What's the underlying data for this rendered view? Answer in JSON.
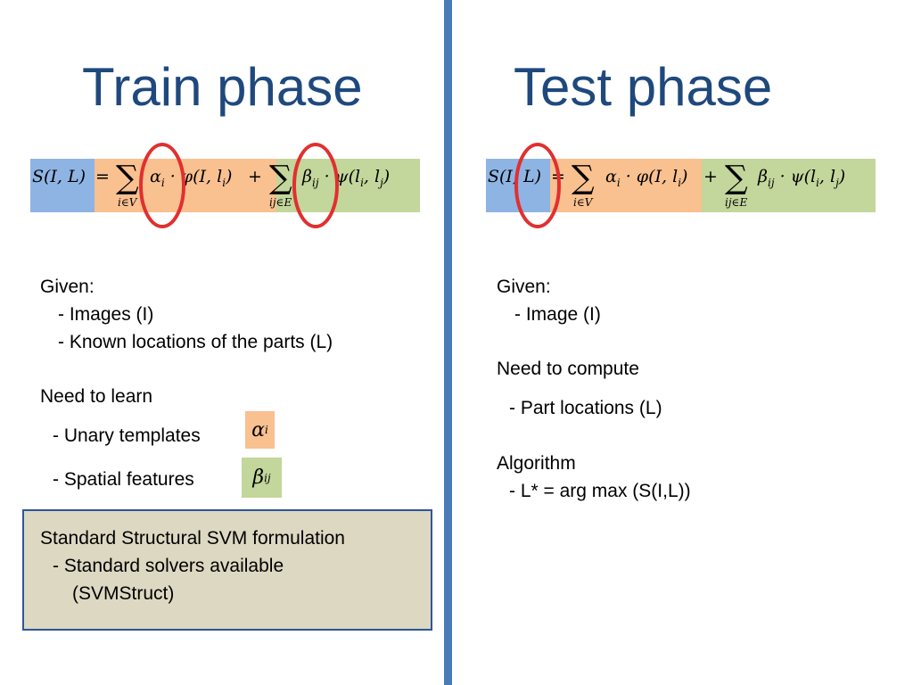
{
  "colors": {
    "divider": "#4a7ab8",
    "title": "#1f497d",
    "score_seg": "#8eb4e3",
    "unary_seg": "#f9c090",
    "pair_seg": "#c3d69b",
    "circle": "#e03030",
    "callout_bg": "#ddd8c2",
    "callout_border": "#2f5597"
  },
  "train": {
    "title": "Train phase",
    "equation": {
      "score": "S(I, L)",
      "eq": "=",
      "sum": "∑",
      "sum1_sub": "i∈V",
      "unary_term": "α",
      "unary_term_sub": "i",
      "unary_rest": " · φ(I, l",
      "unary_rest_sub": "i",
      "unary_close": ")",
      "plus": "+",
      "sum2_sub": "ij∈E",
      "pair_term": "β",
      "pair_term_sub": "ij",
      "pair_rest": " · ψ(l",
      "pair_rest_sub1": "i",
      "pair_mid": ", l",
      "pair_rest_sub2": "j",
      "pair_close": ")"
    },
    "given_label": "Given:",
    "given_items": [
      "- Images (I)",
      "- Known locations of the parts (L)"
    ],
    "learn_label": "Need to learn",
    "learn_items": [
      "- Unary templates",
      "- Spatial features"
    ],
    "chip_alpha": "α",
    "chip_alpha_sub": "i",
    "chip_beta": "β",
    "chip_beta_sub": "ij",
    "callout": {
      "line1": "Standard Structural SVM formulation",
      "line2": "- Standard solvers available",
      "line3": "(SVMStruct)"
    }
  },
  "test": {
    "title": "Test phase",
    "given_label": "Given:",
    "given_items": [
      "- Image (I)"
    ],
    "compute_label": "Need to compute",
    "compute_items": [
      "- Part locations (L)"
    ],
    "algorithm_label": "Algorithm",
    "algorithm_items": [
      "- L* = arg max (S(I,L))"
    ]
  }
}
